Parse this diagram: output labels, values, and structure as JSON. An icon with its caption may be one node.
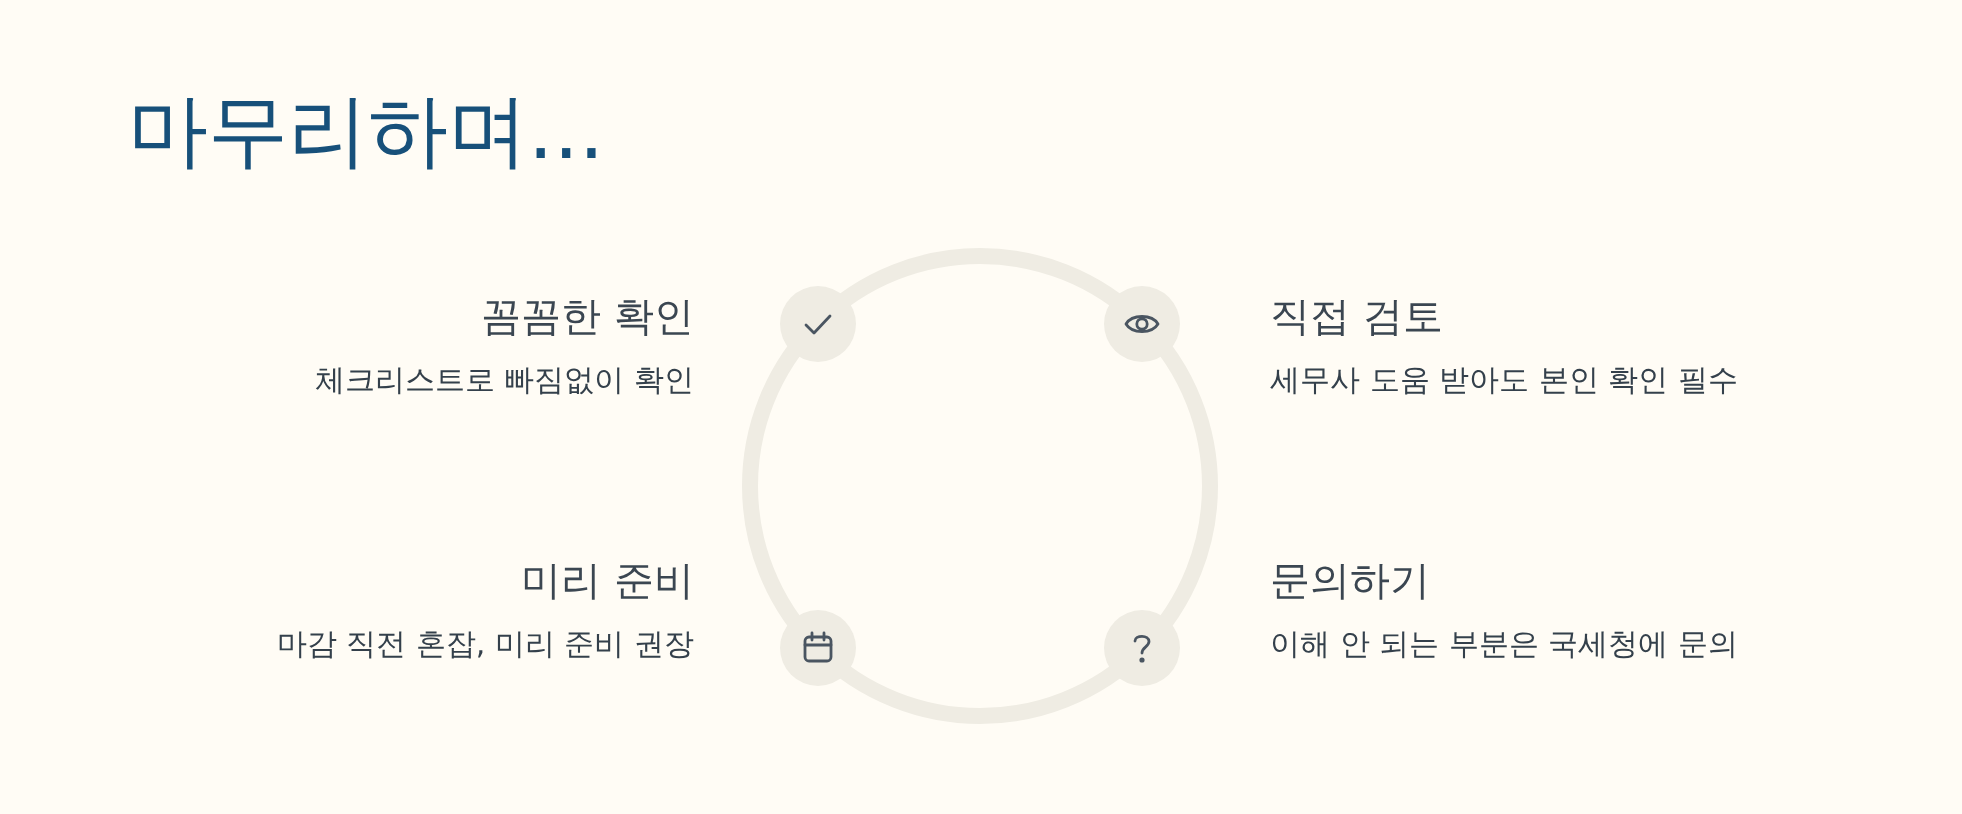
{
  "diagram": {
    "title": "마무리하며...",
    "nodes": [
      {
        "text": [],
        "shape": "circle",
        "beside": [
          "꼼꼼한 확인",
          "체크리스트로 빠짐없이 확인"
        ]
      },
      {
        "text": [],
        "shape": "circle",
        "beside": [
          "직접 검토",
          "세무사 도움 받아도 본인 확인 필수"
        ]
      },
      {
        "text": [],
        "shape": "circle",
        "beside": [
          "미리 준비",
          "마감 직전 혼잡, 미리 준비 권장"
        ]
      },
      {
        "text": [],
        "shape": "circle",
        "beside": [
          "문의하기",
          "이해 안 되는 부분은 국세청에 문의"
        ]
      }
    ]
  }
}
